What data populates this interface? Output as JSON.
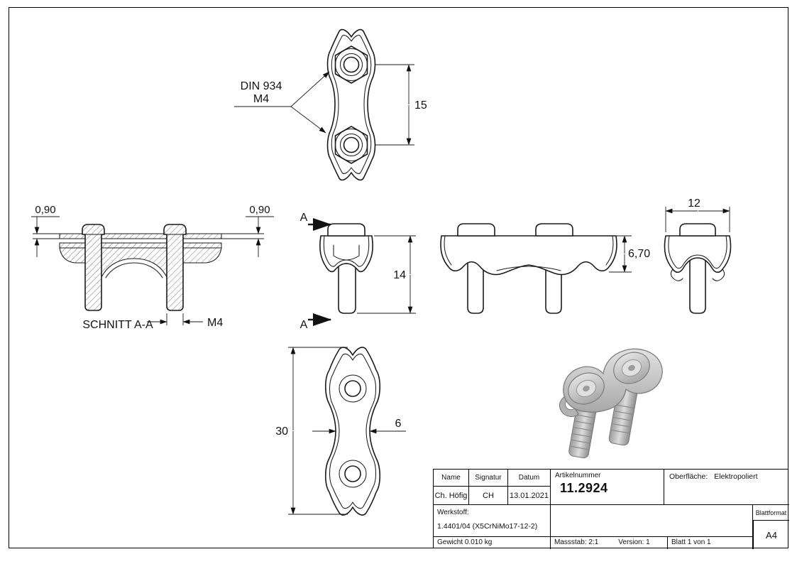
{
  "colors": {
    "background": "#ffffff",
    "line": "#1a1a1a",
    "metal_light": "#dcdcdc",
    "metal_dark": "#8d8d8d"
  },
  "labels": {
    "din_line1": "DIN 934",
    "din_line2": "M4",
    "schnitt": "SCHNITT A-A",
    "section_arrow": "A"
  },
  "dimensions": {
    "front_pitch": "15",
    "plate_thickness_left": "0,90",
    "plate_thickness_right": "0,90",
    "thread": "M4",
    "side_height": "14",
    "cap_height": "6,70",
    "end_width": "12",
    "plan_length": "30",
    "plan_waist": "6"
  },
  "title_block": {
    "name_label": "Name",
    "signatur_label": "Signatur",
    "datum_label": "Datum",
    "artikelnummer_label": "Artikelnummer",
    "oberflaeche_label": "Oberfläche:",
    "oberflaeche_value": "Elektropoliert",
    "name_value": "Ch. Höfig",
    "signatur_value": "CH",
    "datum_value": "13.01.2021",
    "artikelnummer_value": "11.2924",
    "werkstoff_label": "Werkstoff:",
    "werkstoff_value": "1.4401/04 (X5CrNiMo17-12-2)",
    "blattformat_label": "Blattformat",
    "blattformat_value": "A4",
    "gewicht": "Gewicht 0.010 kg",
    "massstab": "Massstab: 2:1",
    "version": "Version: 1",
    "blatt": "Blatt 1 von 1"
  }
}
